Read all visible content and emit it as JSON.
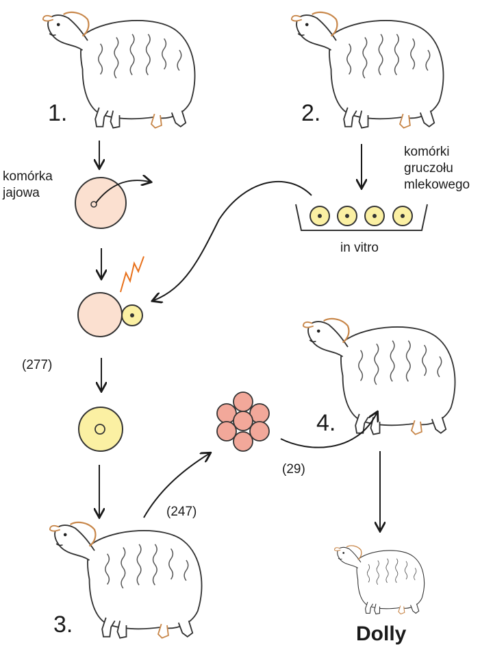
{
  "labels": {
    "sheep1_number": "1.",
    "sheep2_number": "2.",
    "sheep3_number": "3.",
    "sheep4_number": "4.",
    "egg_cell": "komórka\njajowa",
    "mammary_cells": "komórki\ngruczołu\nmlekowego",
    "in_vitro": "in vitro",
    "count_fused": "(277)",
    "count_embryos": "(247)",
    "count_transferred": "(29)",
    "result_name": "Dolly"
  },
  "colors": {
    "egg_fill": "#fbe0d0",
    "cell_yellow": "#fbf0a3",
    "embryo_fill": "#f2a89a",
    "sheep_accent": "#c8874a",
    "spark": "#e8701a",
    "ink": "#1a1a1a"
  }
}
